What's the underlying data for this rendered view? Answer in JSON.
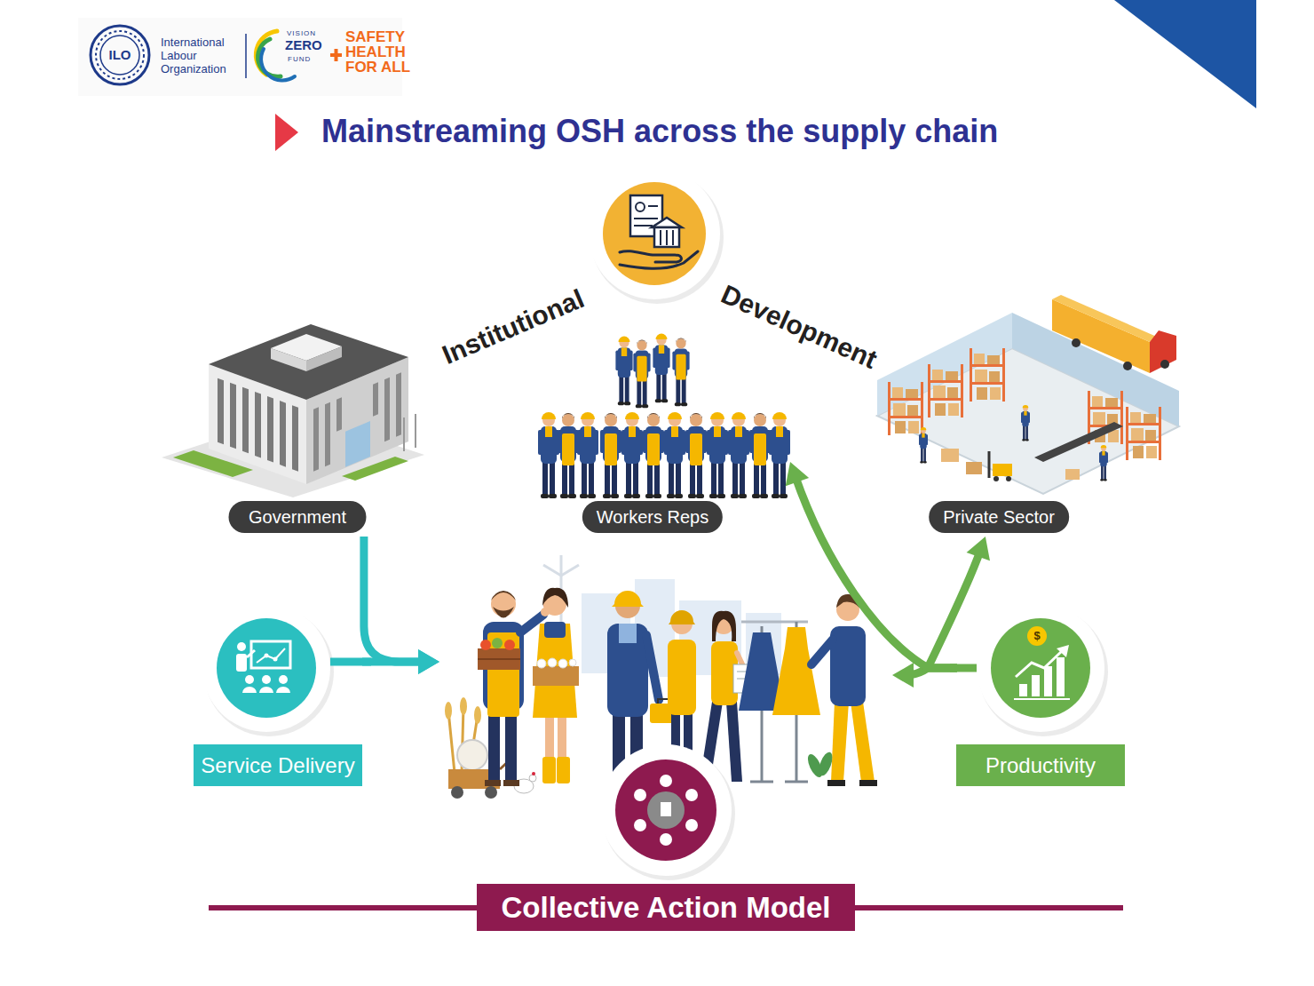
{
  "diagram": {
    "title": "Mainstreaming OSH across the supply chain",
    "nodes": [
      {
        "text": [
          "Institutional",
          "Development"
        ]
      },
      {
        "text": [
          "Government"
        ]
      },
      {
        "text": [
          "Workers Reps"
        ]
      },
      {
        "text": [
          "Private Sector"
        ]
      },
      {
        "text": [
          "Service Delivery"
        ]
      },
      {
        "text": [
          "Productivity"
        ]
      },
      {
        "text": [
          "Collective Action Model"
        ]
      }
    ],
    "edges": [
      {
        "from": 1,
        "to": 6,
        "arrow": "to"
      },
      {
        "from": 4,
        "to": 6,
        "arrow": "to"
      },
      {
        "from": 5,
        "to": 6,
        "arrow": "to"
      },
      {
        "from": 5,
        "to": 2,
        "arrow": "to"
      },
      {
        "from": 5,
        "to": 3,
        "arrow": "to"
      }
    ],
    "labels": [
      "ILO",
      "International Labour Organization",
      "VISION",
      "ZERO",
      "FUND",
      "SAFETY HEALTH FOR ALL",
      "$"
    ]
  }
}
